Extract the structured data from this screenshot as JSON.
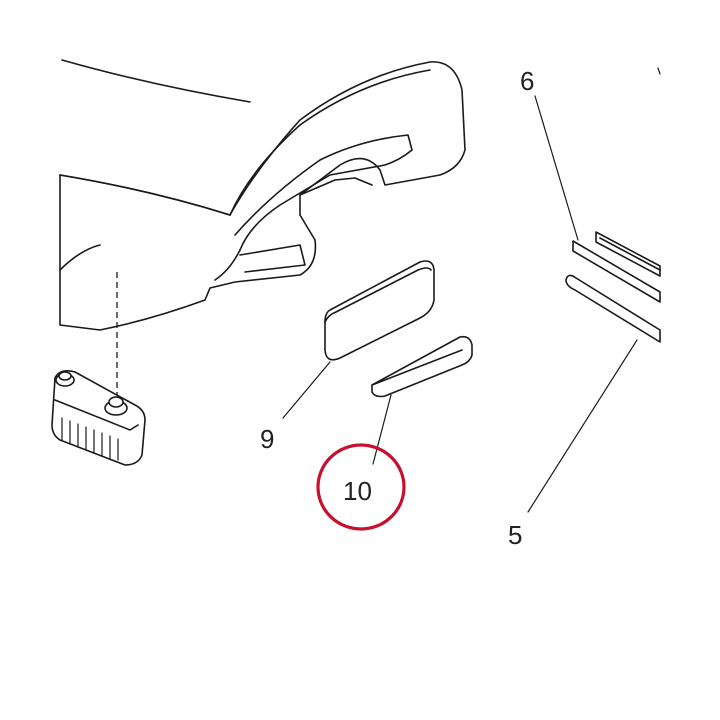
{
  "callouts": {
    "item_5": "5",
    "item_6": "6",
    "item_9": "9",
    "item_10": "10"
  },
  "highlight": {
    "target": "10",
    "color": "#c8102e"
  }
}
